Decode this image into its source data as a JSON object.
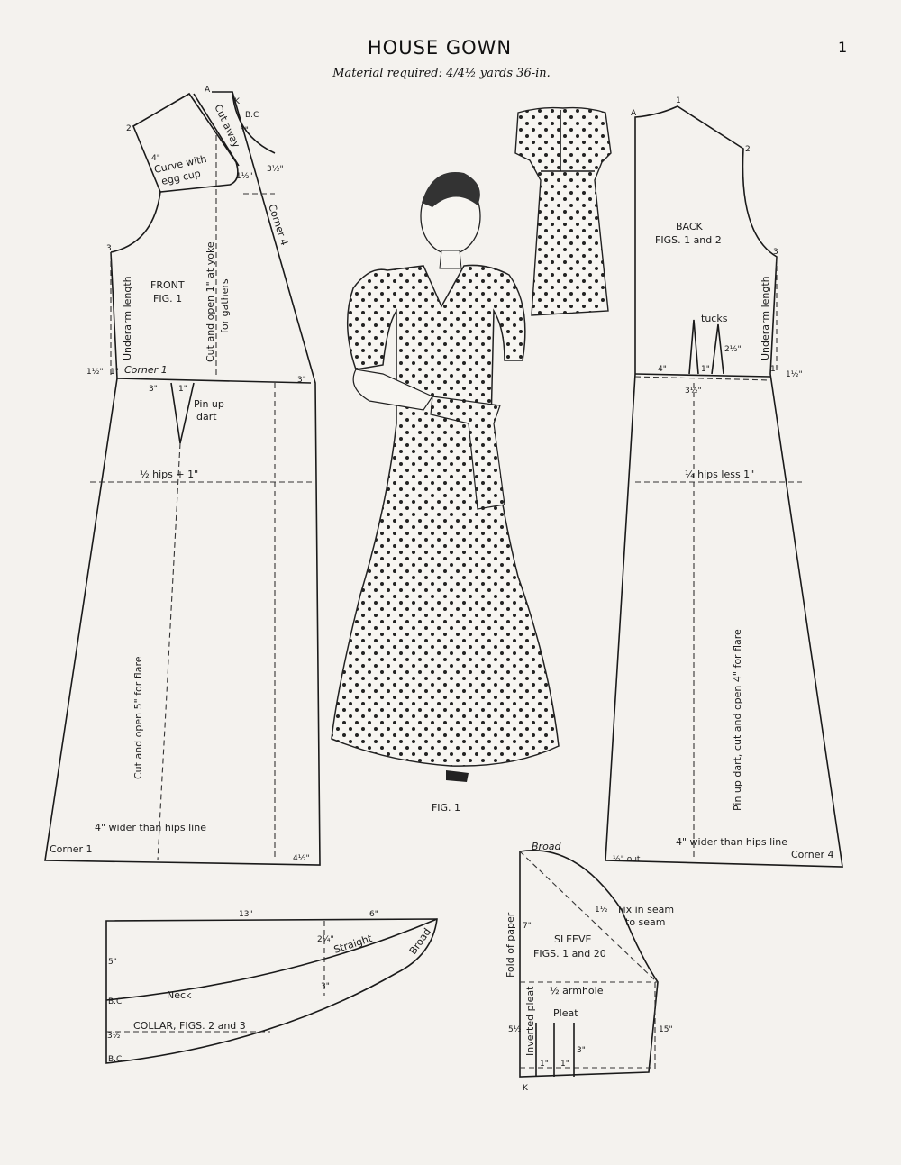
{
  "header": {
    "title": "HOUSE GOWN",
    "subtitle": "Material required: 4/4½ yards 36-in.",
    "page_number": "1"
  },
  "front": {
    "label": "FRONT",
    "fig": "FIG. 1",
    "underarm": "Underarm length",
    "cut_open_yoke_1": "Cut and open 1\" at yoke",
    "cut_open_yoke_2": "for gathers",
    "corner4": "Corner 4",
    "corner1": "Corner 1",
    "pin_dart_1": "Pin up",
    "pin_dart_2": "dart",
    "hips": "½ hips + 1\"",
    "flare": "Cut and open 5\" for flare",
    "wider": "4\" wider than hips line",
    "corner1_bottom": "Corner 1",
    "egg_1": "Curve with",
    "egg_2": "egg cup",
    "cut_away": "Cut away",
    "bc": "B.C",
    "k": "K",
    "a": "A",
    "marks": {
      "p2": "2",
      "p3": "3",
      "m4": "4\"",
      "m5": "5\"",
      "m3half": "3½\"",
      "m1half": "1½\"",
      "m1a": "1\"",
      "m1b": "1\"",
      "m3a": "3\"",
      "m3b": "3\"",
      "m15": "1½\"",
      "m4half": "4½\""
    }
  },
  "back": {
    "label": "BACK",
    "figs": "FIGS. 1 and 2",
    "tucks": "tucks",
    "underarm": "Underarm length",
    "hips": "¼ hips less 1\"",
    "flare": "Pin up dart, cut and open 4\" for flare",
    "wider": "4\" wider than hips line",
    "corner4": "Corner 4",
    "out": "½\" out",
    "marks": {
      "a": "A",
      "p1": "1",
      "p2": "2",
      "p3": "3",
      "m4": "4\"",
      "m3half": "3½\"",
      "m1a": "1\"",
      "m1b": "1\"",
      "m2half": "2½\"",
      "m1half": "1½\""
    }
  },
  "illustration": {
    "caption": "FIG. 1"
  },
  "collar": {
    "label": "COLLAR, FIGS. 2 and 3",
    "m13": "13\"",
    "m6": "6\"",
    "m2q": "2¼\"",
    "straight": "Straight",
    "broad": "Broad",
    "m5": "5\"",
    "neck": "Neck",
    "m3": "3\"",
    "bc1": "B.C",
    "m3half": "3½",
    "bc2": "B.C."
  },
  "sleeve": {
    "label": "SLEEVE",
    "figs": "FIGS. 1 and 20",
    "broad": "Broad",
    "fold": "Fold of paper",
    "m7": "7\"",
    "fix_1": "Fix in seam",
    "fix_2": "to seam",
    "armhole": "½ armhole",
    "pleat": "Pleat",
    "inverted": "Inverted pleat",
    "m5half": "5½",
    "m3": "3\"",
    "m1a": "1\"",
    "m1b": "1\"",
    "k": "K",
    "m15": "15\"",
    "m1half": "1½"
  }
}
